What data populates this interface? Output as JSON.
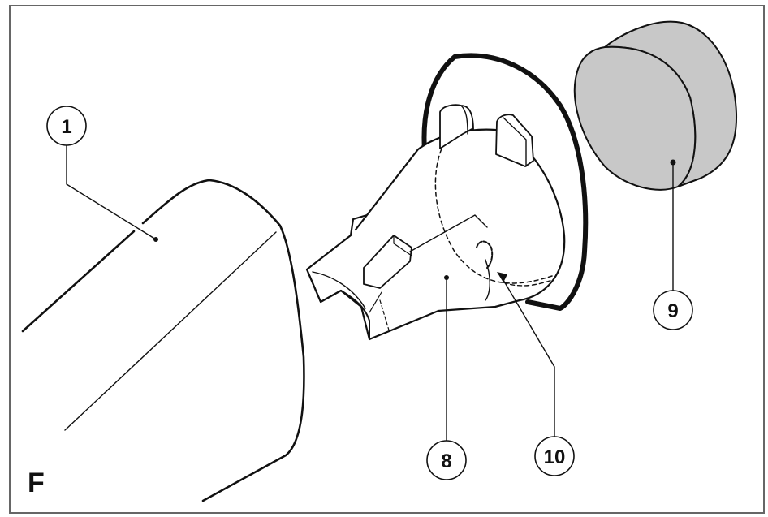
{
  "figure": {
    "panel_letter": "F",
    "colors": {
      "line": "#111111",
      "frame": "#666666",
      "seal_fill": "#c8c8c8",
      "background": "#ffffff"
    }
  },
  "callouts": [
    {
      "id": "1",
      "label": "1",
      "part": "outer housing"
    },
    {
      "id": "8",
      "label": "8",
      "part": "inner funnel insert"
    },
    {
      "id": "9",
      "label": "9",
      "part": "cylindrical cap / filter"
    },
    {
      "id": "10",
      "label": "10",
      "part": "small opening / port"
    }
  ]
}
